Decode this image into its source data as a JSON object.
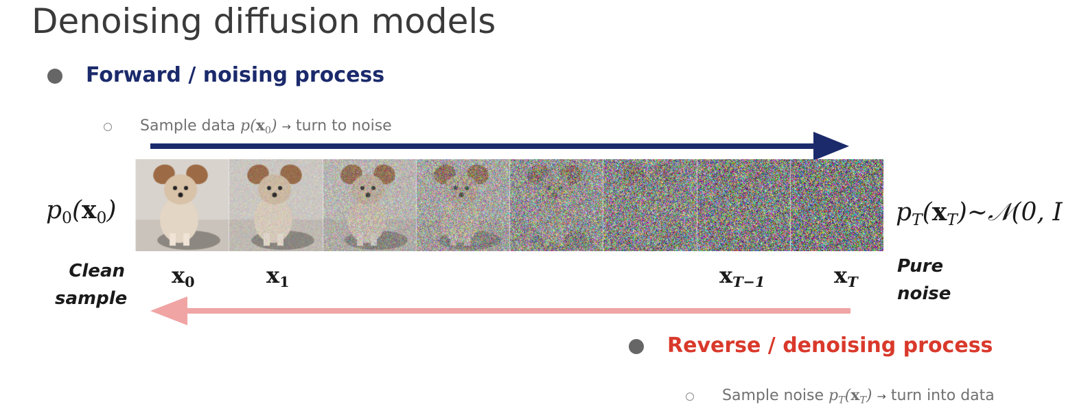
{
  "title": "Denoising diffusion models",
  "forward": {
    "heading": "Forward / noising process",
    "heading_color": "#1b2a6b",
    "sub_prefix": "Sample data ",
    "sub_math_p": "p",
    "sub_math_x": "x",
    "sub_math_sub": "0",
    "sub_suffix": "turn to noise",
    "arrow_glyph": "→",
    "arrow_color": "#1b2a6b"
  },
  "reverse": {
    "heading": "Reverse / denoising process",
    "heading_color": "#d9392b",
    "sub_prefix": "Sample noise ",
    "sub_math_p": "p",
    "sub_math_psub": "T",
    "sub_math_x": "x",
    "sub_math_sub": "T",
    "sub_suffix": "turn into data",
    "arrow_glyph": "→",
    "arrow_color": "#f0a4a4"
  },
  "left_dist": {
    "p": "p",
    "p_sub": "0",
    "x": "x",
    "x_sub": "0"
  },
  "right_dist": {
    "p": "p",
    "p_sub": "T",
    "x": "x",
    "x_sub": "T",
    "rest": "~𝒩(0, I"
  },
  "left_label": {
    "line1": "Clean",
    "line2": "sample"
  },
  "right_label": {
    "line1": "Pure",
    "line2": "noise"
  },
  "frames": [
    {
      "label_main": "x",
      "label_sub": "0",
      "noise": 0.0
    },
    {
      "label_main": "x",
      "label_sub": "1",
      "noise": 0.15
    },
    {
      "label_main": "",
      "label_sub": "",
      "noise": 0.35
    },
    {
      "label_main": "",
      "label_sub": "",
      "noise": 0.55
    },
    {
      "label_main": "",
      "label_sub": "",
      "noise": 0.75
    },
    {
      "label_main": "",
      "label_sub": "",
      "noise": 0.88
    },
    {
      "label_main": "x",
      "label_sub": "T−1",
      "noise": 0.95
    },
    {
      "label_main": "x",
      "label_sub": "T",
      "noise": 1.0
    }
  ]
}
